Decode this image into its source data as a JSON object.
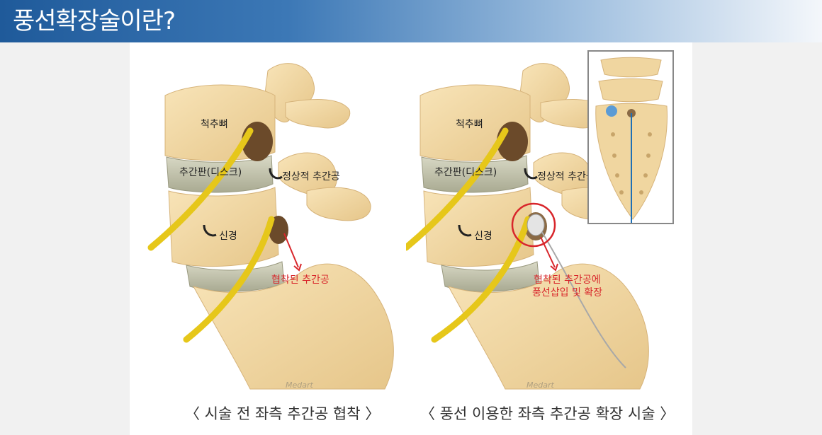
{
  "header": {
    "title": "풍선확장술이란?"
  },
  "left_figure": {
    "labels": {
      "vertebra": "척추뼈",
      "disc": "추간판(디스크)",
      "normal_foramen": "정상적 추간공",
      "nerve": "신경",
      "stenosis": "협착된 추간공"
    },
    "signature": "Medart",
    "caption": "〈 시술 전 좌측 추간공 협착 〉"
  },
  "right_figure": {
    "labels": {
      "vertebra": "척추뼈",
      "disc": "추간판(디스크)",
      "normal_foramen": "정상적 추간공",
      "nerve": "신경",
      "balloon_line1": "협착된 추간공에",
      "balloon_line2": "풍선삽입 및 확장"
    },
    "signature": "Medart",
    "caption": "〈 풍선 이용한 좌측 추간공 확장 시술 〉"
  },
  "colors": {
    "header": "#2a6aab",
    "bone": "#f2d9a4",
    "disc": "#c9c9b4",
    "nerve": "#e6c71a",
    "highlight": "#d8262b"
  }
}
